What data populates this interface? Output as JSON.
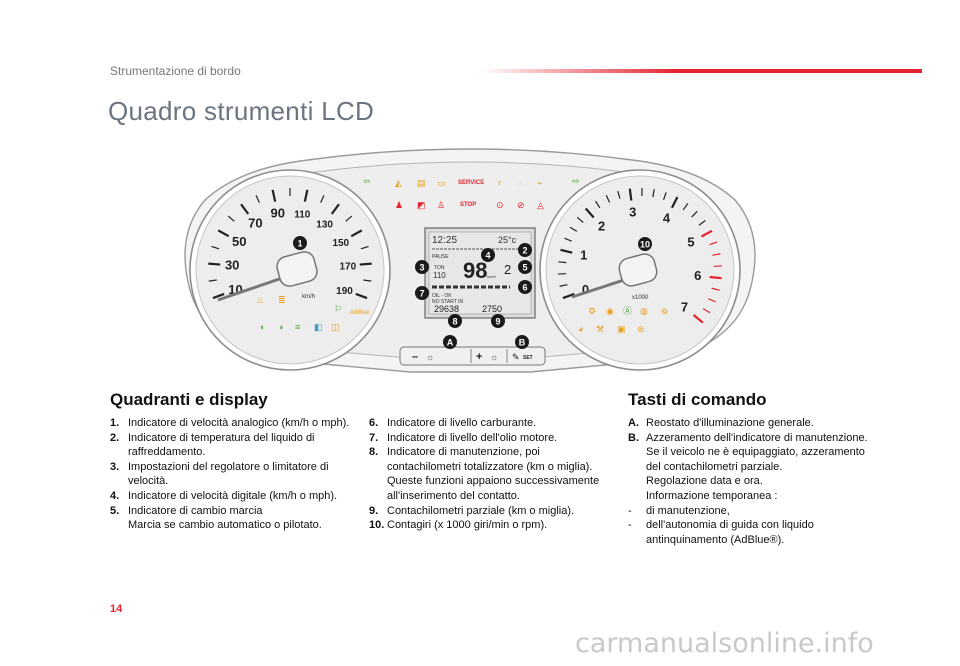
{
  "header": {
    "section": "Strumentazione di bordo",
    "title": "Quadro strumenti LCD"
  },
  "cluster": {
    "speedo_numbers": [
      "10",
      "30",
      "50",
      "70",
      "90",
      "110",
      "130",
      "150",
      "170",
      "190"
    ],
    "speedo_unit": "km/h",
    "tacho_numbers": [
      "0",
      "1",
      "2",
      "3",
      "4",
      "5",
      "6",
      "7"
    ],
    "tacho_unit": "x1000",
    "service_label": "SERVICE",
    "stop_label": "STOP",
    "lcd": {
      "time": "12:25",
      "temp": "25°c",
      "pause": "PAUSE",
      "tow": "TON",
      "limit": "110",
      "speed": "98",
      "speed_unit": "km/h",
      "gear": "2",
      "oil_status": "OIL - OK",
      "start_status": "NO START IN",
      "odometer": "29638",
      "trip": "2750"
    },
    "callouts": [
      "1",
      "2",
      "3",
      "4",
      "5",
      "6",
      "7",
      "8",
      "9",
      "10",
      "A",
      "B"
    ],
    "set_label": "SET",
    "minus_label": "–",
    "plus_label": "+"
  },
  "section_left": {
    "title": "Quadranti e display"
  },
  "section_right": {
    "title": "Tasti di comando"
  },
  "list_col1": [
    {
      "num": "1.",
      "text": "Indicatore di velocità analogico (km/h o mph)."
    },
    {
      "num": "2.",
      "text": "Indicatore di temperatura del liquido di raffreddamento."
    },
    {
      "num": "3.",
      "text": "Impostazioni del regolatore o limitatore di velocità."
    },
    {
      "num": "4.",
      "text": "Indicatore di velocità digitale (km/h o mph)."
    },
    {
      "num": "5.",
      "text": "Indicatore di cambio marcia"
    },
    {
      "num": "",
      "text": "Marcia se cambio automatico o pilotato."
    }
  ],
  "list_col2": [
    {
      "num": "6.",
      "text": "Indicatore di livello carburante."
    },
    {
      "num": "7.",
      "text": "Indicatore di livello dell'olio motore."
    },
    {
      "num": "8.",
      "text": "Indicatore di manutenzione, poi contachilometri totalizzatore (km o miglia). Queste funzioni appaiono successivamente all'inserimento del contatto."
    },
    {
      "num": "9.",
      "text": "Contachilometri parziale (km o miglia)."
    },
    {
      "num": "10.",
      "text": "Contagiri (x 1000 giri/min o rpm)."
    }
  ],
  "list_col3": [
    {
      "num": "A.",
      "text": "Reostato d'illuminazione generale."
    },
    {
      "num": "B.",
      "text": "Azzeramento dell'indicatore di manutenzione."
    },
    {
      "num": "",
      "text": "Se il veicolo ne è equipaggiato, azzeramento del contachilometri parziale."
    },
    {
      "num": "",
      "text": "Regolazione data e ora."
    },
    {
      "num": "",
      "text": "Informazione temporanea :"
    },
    {
      "num": "-",
      "text": "di manutenzione,"
    },
    {
      "num": "-",
      "text": "dell'autonomia di guida con liquido antinquinamento (AdBlue®)."
    }
  ],
  "footer": {
    "page": "14",
    "watermark": "carmanualsonline.info"
  },
  "colors": {
    "accent": "#e4232e",
    "amber": "#e8a020",
    "green": "#4aa833",
    "cyan": "#3aa0c8",
    "callout": "#1a1a1a"
  }
}
